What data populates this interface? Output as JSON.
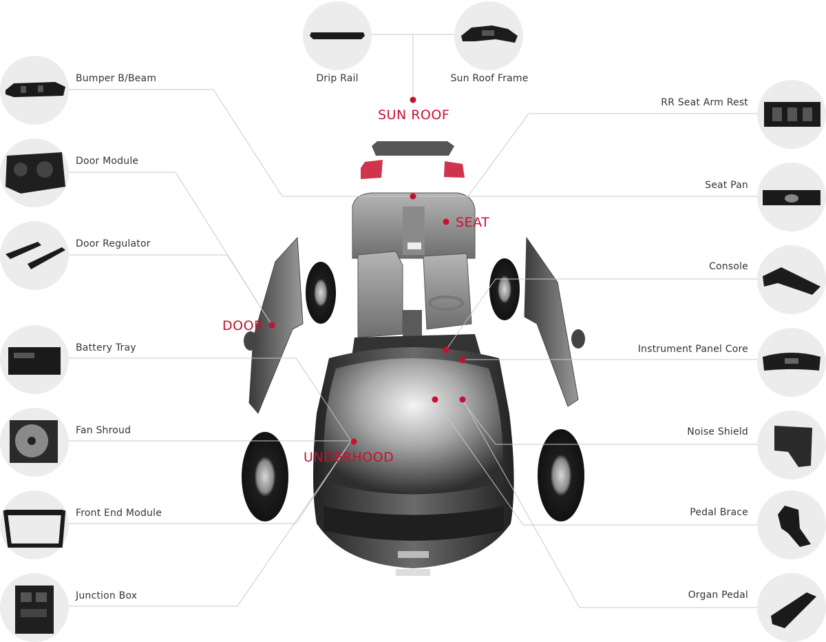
{
  "categories": {
    "sun_roof": "SUN ROOF",
    "seat": "SEAT",
    "door": "DOOR",
    "underhood": "UNDERHOOD"
  },
  "parts_left": [
    {
      "label": "Bumper B/Beam",
      "icon": "bumper-beam-part-icon"
    },
    {
      "label": "Door Module",
      "icon": "door-module-part-icon"
    },
    {
      "label": "Door Regulator",
      "icon": "door-regulator-part-icon"
    },
    {
      "label": "Battery Tray",
      "icon": "battery-tray-part-icon"
    },
    {
      "label": "Fan Shroud",
      "icon": "fan-shroud-part-icon"
    },
    {
      "label": "Front End Module",
      "icon": "front-end-module-part-icon"
    },
    {
      "label": "Junction Box",
      "icon": "junction-box-part-icon"
    }
  ],
  "parts_top": [
    {
      "label": "Drip Rail",
      "icon": "drip-rail-part-icon"
    },
    {
      "label": "Sun Roof Frame",
      "icon": "sun-roof-frame-part-icon"
    }
  ],
  "parts_right": [
    {
      "label": "RR Seat Arm Rest",
      "icon": "seat-arm-rest-part-icon"
    },
    {
      "label": "Seat Pan",
      "icon": "seat-pan-part-icon"
    },
    {
      "label": "Console",
      "icon": "console-part-icon"
    },
    {
      "label": "Instrument Panel Core",
      "icon": "instrument-panel-part-icon"
    },
    {
      "label": "Noise Shield",
      "icon": "noise-shield-part-icon"
    },
    {
      "label": "Pedal Brace",
      "icon": "pedal-brace-part-icon"
    },
    {
      "label": "Organ Pedal",
      "icon": "organ-pedal-part-icon"
    }
  ],
  "colors": {
    "accent": "#c8102e",
    "circle": "#ececec",
    "leader_line": "#c9c9c9",
    "text": "#333333",
    "car_body": "#4a4a4a"
  }
}
